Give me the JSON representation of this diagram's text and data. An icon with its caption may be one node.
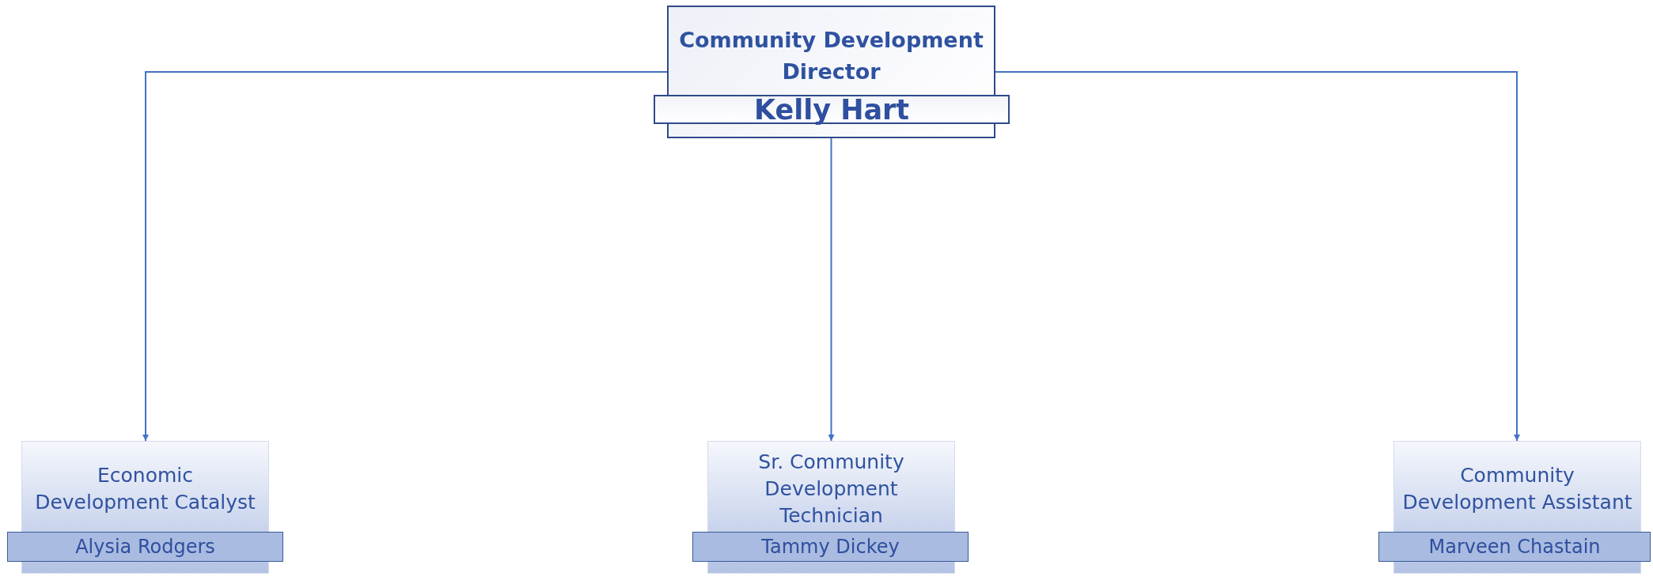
{
  "diagram": {
    "nodes": [
      {
        "text": [
          "Community Development Director",
          "Kelly Hart"
        ]
      },
      {
        "text": [
          "Economic Development Catalyst",
          "Alysia Rodgers"
        ]
      },
      {
        "text": [
          "Sr. Community Development Technician",
          "Tammy Dickey"
        ]
      },
      {
        "text": [
          "Community Development Assistant",
          "Marveen Chastain"
        ]
      }
    ],
    "edges": [
      {
        "from": 0,
        "to": 1,
        "arrow": "to"
      },
      {
        "from": 0,
        "to": 2,
        "arrow": "to"
      },
      {
        "from": 0,
        "to": 3,
        "arrow": "to"
      }
    ]
  }
}
